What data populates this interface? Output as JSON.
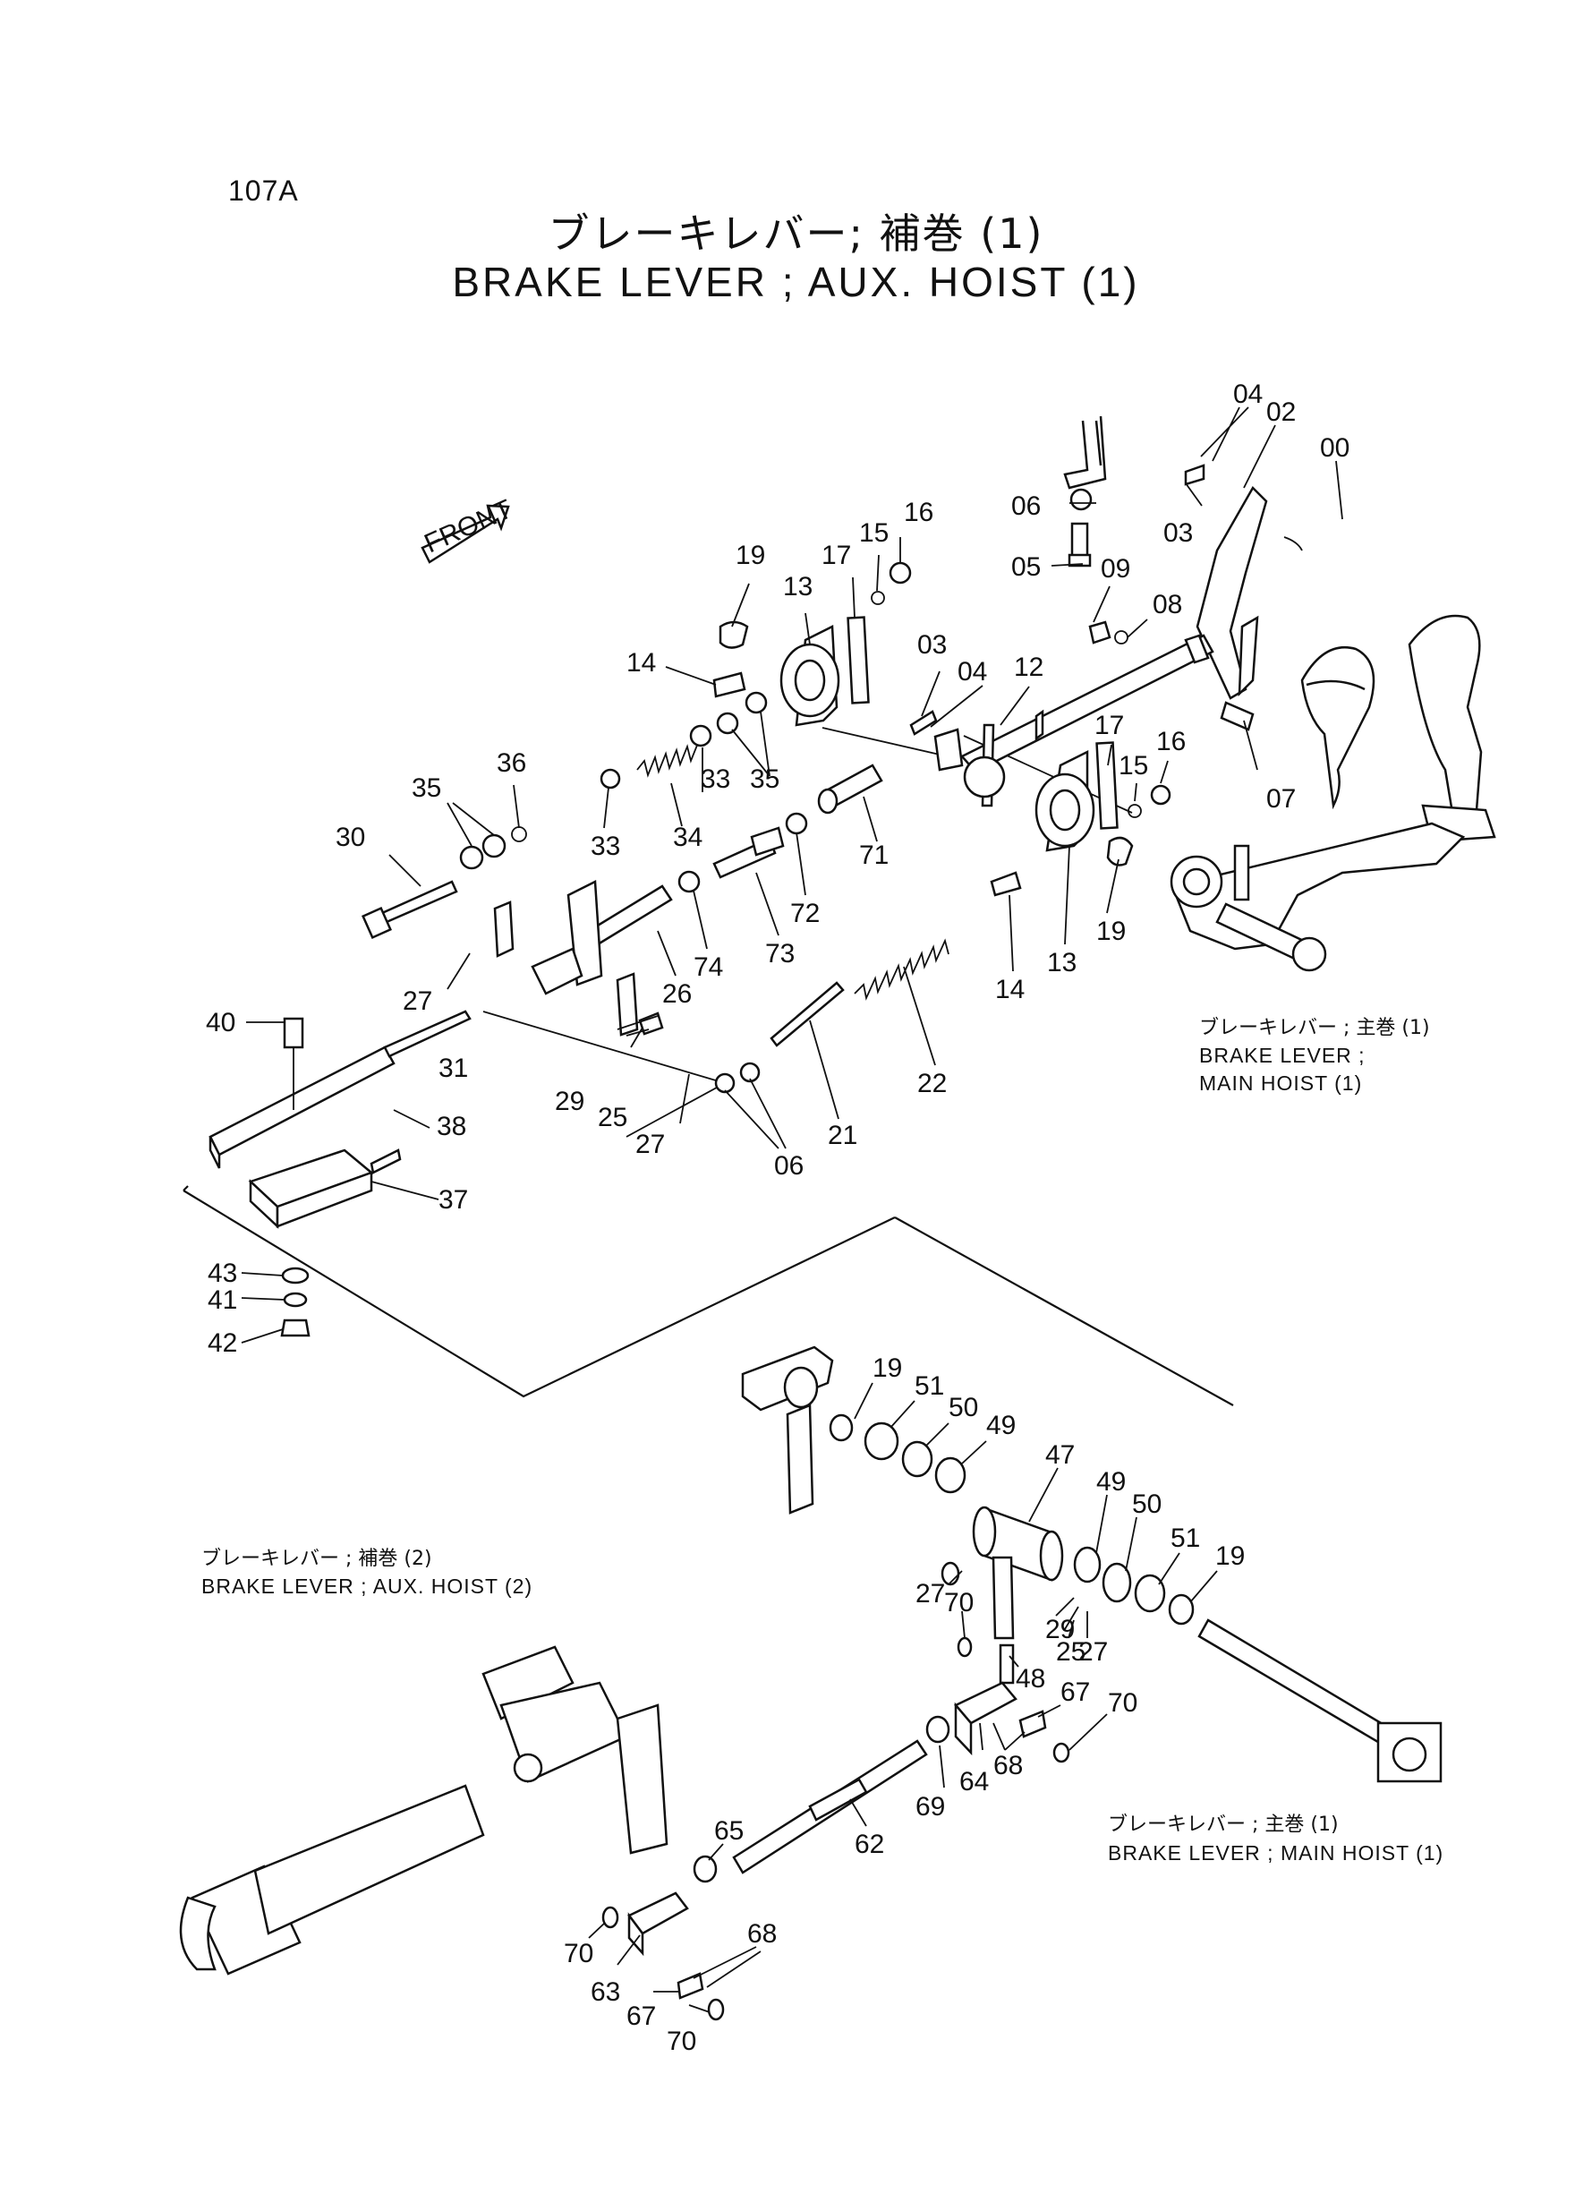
{
  "page": {
    "number": "107A",
    "title_jp": "ブレーキレバー; 補巻 (1)",
    "title_en": "BRAKE LEVER ; AUX. HOIST (1)"
  },
  "front_arrow": {
    "label": "FRONT"
  },
  "callouts": [
    {
      "id": "c-04a",
      "text": "04"
    },
    {
      "id": "c-02",
      "text": "02"
    },
    {
      "id": "c-00",
      "text": "00"
    },
    {
      "id": "c-06a",
      "text": "06"
    },
    {
      "id": "c-03a",
      "text": "03"
    },
    {
      "id": "c-05",
      "text": "05"
    },
    {
      "id": "c-09",
      "text": "09"
    },
    {
      "id": "c-08",
      "text": "08"
    },
    {
      "id": "c-16a",
      "text": "16"
    },
    {
      "id": "c-15a",
      "text": "15"
    },
    {
      "id": "c-17a",
      "text": "17"
    },
    {
      "id": "c-19a",
      "text": "19"
    },
    {
      "id": "c-13a",
      "text": "13"
    },
    {
      "id": "c-14a",
      "text": "14"
    },
    {
      "id": "c-03b",
      "text": "03"
    },
    {
      "id": "c-04b",
      "text": "04"
    },
    {
      "id": "c-12",
      "text": "12"
    },
    {
      "id": "c-07",
      "text": "07"
    },
    {
      "id": "c-17b",
      "text": "17"
    },
    {
      "id": "c-16b",
      "text": "16"
    },
    {
      "id": "c-15b",
      "text": "15"
    },
    {
      "id": "c-36",
      "text": "36"
    },
    {
      "id": "c-35a",
      "text": "35"
    },
    {
      "id": "c-33a",
      "text": "33"
    },
    {
      "id": "c-35b",
      "text": "35"
    },
    {
      "id": "c-30",
      "text": "30"
    },
    {
      "id": "c-33b",
      "text": "33"
    },
    {
      "id": "c-34",
      "text": "34"
    },
    {
      "id": "c-71",
      "text": "71"
    },
    {
      "id": "c-72",
      "text": "72"
    },
    {
      "id": "c-73",
      "text": "73"
    },
    {
      "id": "c-74",
      "text": "74"
    },
    {
      "id": "c-26",
      "text": "26"
    },
    {
      "id": "c-27a",
      "text": "27"
    },
    {
      "id": "c-14b",
      "text": "14"
    },
    {
      "id": "c-13b",
      "text": "13"
    },
    {
      "id": "c-19b",
      "text": "19"
    },
    {
      "id": "c-40",
      "text": "40"
    },
    {
      "id": "c-31",
      "text": "31"
    },
    {
      "id": "c-29a",
      "text": "29"
    },
    {
      "id": "c-25a",
      "text": "25"
    },
    {
      "id": "c-27b",
      "text": "27"
    },
    {
      "id": "c-22",
      "text": "22"
    },
    {
      "id": "c-21",
      "text": "21"
    },
    {
      "id": "c-06b",
      "text": "06"
    },
    {
      "id": "c-38",
      "text": "38"
    },
    {
      "id": "c-37",
      "text": "37"
    },
    {
      "id": "c-43",
      "text": "43"
    },
    {
      "id": "c-41",
      "text": "41"
    },
    {
      "id": "c-42",
      "text": "42"
    },
    {
      "id": "c-19c",
      "text": "19"
    },
    {
      "id": "c-51a",
      "text": "51"
    },
    {
      "id": "c-50a",
      "text": "50"
    },
    {
      "id": "c-49a",
      "text": "49"
    },
    {
      "id": "c-47",
      "text": "47"
    },
    {
      "id": "c-49b",
      "text": "49"
    },
    {
      "id": "c-50b",
      "text": "50"
    },
    {
      "id": "c-51b",
      "text": "51"
    },
    {
      "id": "c-19d",
      "text": "19"
    },
    {
      "id": "c-27c",
      "text": "27"
    },
    {
      "id": "c-29b",
      "text": "29"
    },
    {
      "id": "c-25b",
      "text": "25"
    },
    {
      "id": "c-27d",
      "text": "27"
    },
    {
      "id": "c-70a",
      "text": "70"
    },
    {
      "id": "c-48",
      "text": "48"
    },
    {
      "id": "c-67a",
      "text": "67"
    },
    {
      "id": "c-70b",
      "text": "70"
    },
    {
      "id": "c-68a",
      "text": "68"
    },
    {
      "id": "c-64",
      "text": "64"
    },
    {
      "id": "c-69",
      "text": "69"
    },
    {
      "id": "c-62",
      "text": "62"
    },
    {
      "id": "c-65",
      "text": "65"
    },
    {
      "id": "c-68b",
      "text": "68"
    },
    {
      "id": "c-70c",
      "text": "70"
    },
    {
      "id": "c-63",
      "text": "63"
    },
    {
      "id": "c-67b",
      "text": "67"
    },
    {
      "id": "c-70d",
      "text": "70"
    }
  ],
  "notes": [
    {
      "id": "n-main-1",
      "jp": "ブレーキレバー ; 主巻 (1)",
      "en_1": "BRAKE LEVER ;",
      "en_2": "MAIN HOIST (1)"
    },
    {
      "id": "n-aux-2",
      "jp": "ブレーキレバー ; 補巻 (2)",
      "en_1": "BRAKE LEVER ; AUX. HOIST (2)"
    },
    {
      "id": "n-main-2",
      "jp": "ブレーキレバー ; 主巻 (1)",
      "en_1": "BRAKE LEVER ; MAIN HOIST (1)"
    }
  ]
}
